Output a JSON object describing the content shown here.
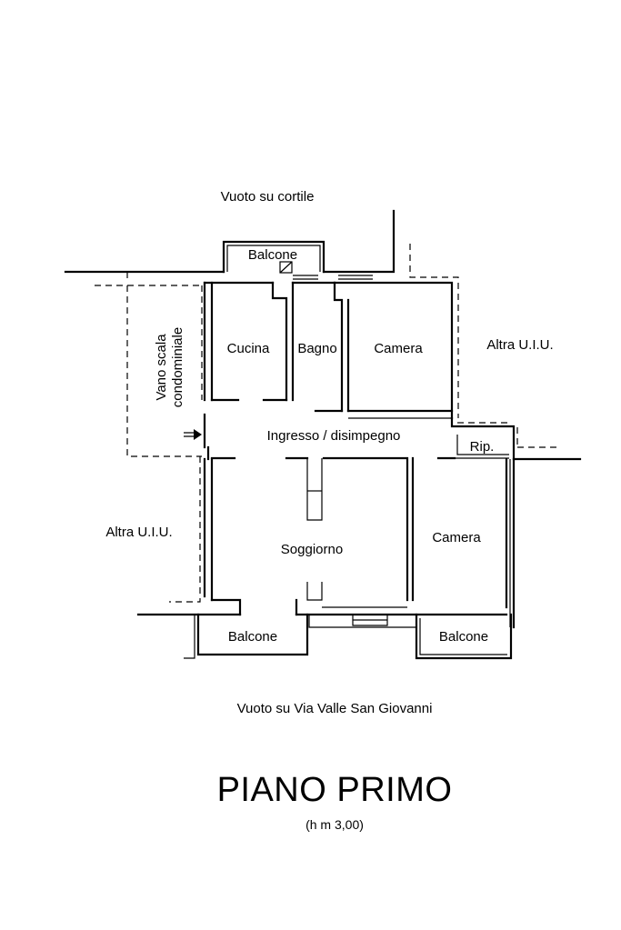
{
  "labels": {
    "courtyard_void": "Vuoto su cortile",
    "balcony_top": "Balcone",
    "stairwell_line1": "Vano scala",
    "stairwell_line2": "condominiale",
    "kitchen": "Cucina",
    "bathroom": "Bagno",
    "bedroom_top": "Camera",
    "other_unit_right": "Altra U.I.U.",
    "hallway": "Ingresso / disimpegno",
    "storage": "Rip.",
    "other_unit_left": "Altra U.I.U.",
    "living_room": "Soggiorno",
    "bedroom_bottom": "Camera",
    "balcony_bottom_left": "Balcone",
    "balcony_bottom_right": "Balcone",
    "street_void": "Vuoto su Via Valle San Giovanni"
  },
  "title": "PIANO PRIMO",
  "subtitle": "(h m 3,00)"
}
